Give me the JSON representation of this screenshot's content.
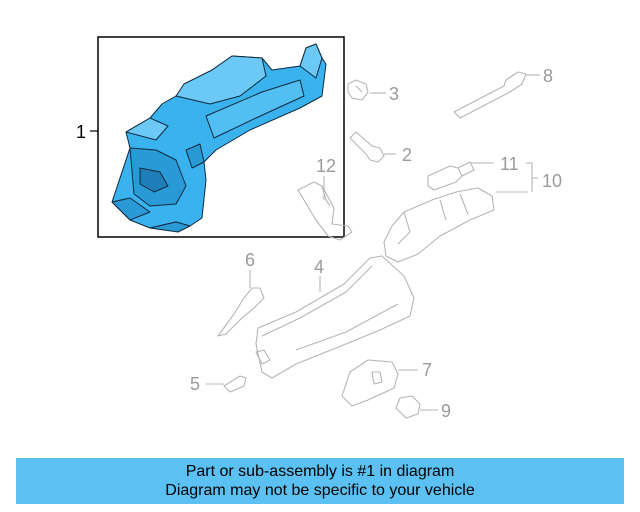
{
  "colors": {
    "highlight_fill": "#3ab2ee",
    "highlight_stroke": "#0d2a40",
    "ghost_stroke": "#b5b5b5",
    "banner_bg": "#5bc0f2"
  },
  "callouts": {
    "c1": "1",
    "c2": "2",
    "c3": "3",
    "c4": "4",
    "c5": "5",
    "c6": "6",
    "c7": "7",
    "c8": "8",
    "c9": "9",
    "c10": "10",
    "c11": "11",
    "c12": "12"
  },
  "banner": {
    "line1": "Part or sub-assembly is #1 in diagram",
    "line2": "Diagram may not be specific to your vehicle"
  }
}
